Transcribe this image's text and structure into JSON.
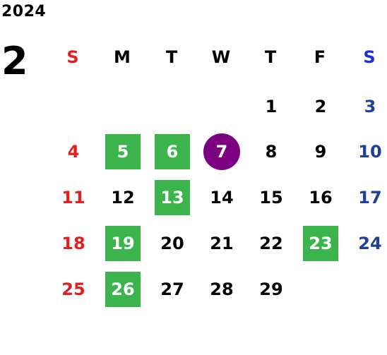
{
  "year": "2024",
  "month": "2",
  "weekdays": [
    "S",
    "M",
    "T",
    "W",
    "T",
    "F",
    "S"
  ],
  "weekday_colors": [
    "#e02020",
    "#000000",
    "#000000",
    "#000000",
    "#000000",
    "#000000",
    "#1f2fd0"
  ],
  "days": [
    "1",
    "2",
    "3",
    "4",
    "5",
    "6",
    "7",
    "8",
    "9",
    "10",
    "11",
    "12",
    "13",
    "14",
    "15",
    "16",
    "17",
    "18",
    "19",
    "20",
    "21",
    "22",
    "23",
    "24",
    "25",
    "26",
    "27",
    "28",
    "29"
  ],
  "first_weekday": 4,
  "highlighted_days": [
    5,
    6,
    13,
    19,
    23,
    26
  ],
  "highlight_color": "#3bb44b",
  "today": 7,
  "today_color": "#7d0083",
  "sunday_color": "#e02020",
  "saturday_color": "#1f3f98"
}
